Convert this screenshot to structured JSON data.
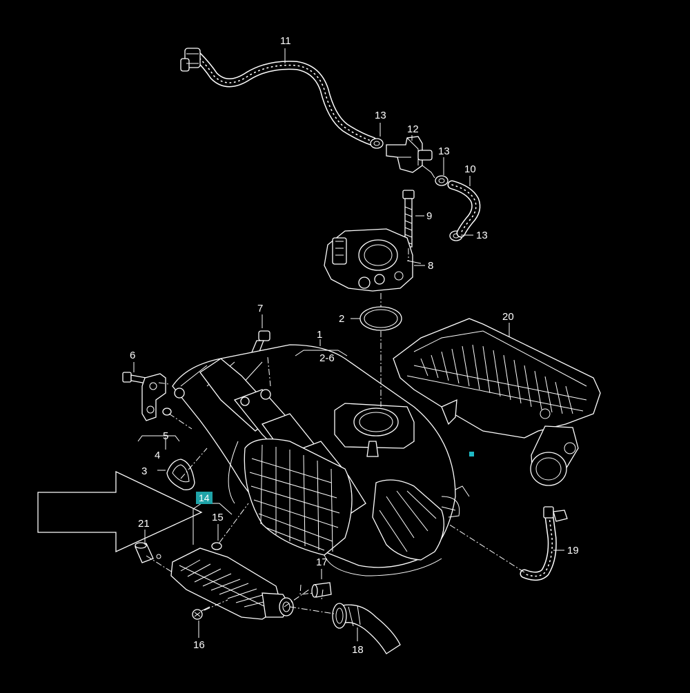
{
  "diagram": {
    "background_color": "#000000",
    "line_color": "#ffffff",
    "highlight_color": "#1fa3a8",
    "labels": {
      "l1": "1",
      "l1_range": "2-6",
      "l2": "2",
      "l3": "3",
      "l4": "4",
      "l5": "5",
      "l6": "6",
      "l7": "7",
      "l8": "8",
      "l9": "9",
      "l10": "10",
      "l11": "11",
      "l12": "12",
      "l13a": "13",
      "l13b": "13",
      "l13c": "13",
      "l14": "14",
      "l15": "15",
      "l16": "16",
      "l17": "17",
      "l18": "18",
      "l19": "19",
      "l20": "20",
      "l21": "21"
    },
    "highlighted_part": "14",
    "pointer_arrow_icon": "outline-arrow-right-icon",
    "marker_icon": "cyan-square-marker-icon"
  }
}
